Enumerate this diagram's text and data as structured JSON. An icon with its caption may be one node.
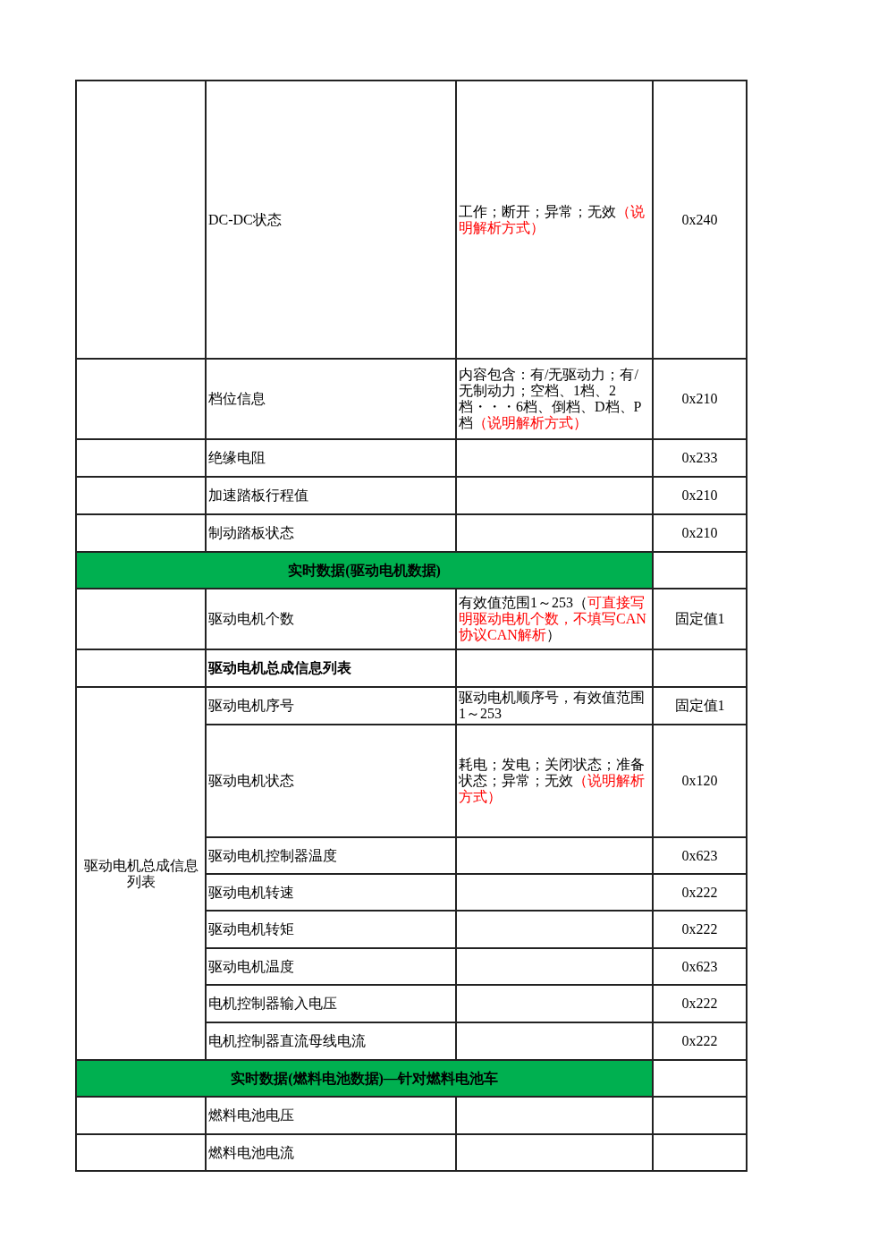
{
  "diagram": {
    "labels": [
      "DC-DC状态",
      "工作；断开；异常；无效",
      "（说明解析方式）",
      "0x240",
      "档位信息",
      "内容包含：有/无驱动力；有/无制动力；空档、1档、2档・・・6档、倒档、D档、P档",
      "（说明解析方式）",
      "0x210",
      "绝缘电阻",
      "0x233",
      "加速踏板行程值",
      "0x210",
      "制动踏板状态",
      "0x210",
      "实时数据(驱动电机数据)",
      "驱动电机个数",
      "有效值范围1～253（",
      "可直接写明驱动电机个数，不填写CAN协议CAN解析",
      "）",
      "固定值1",
      "驱动电机总成信息列表",
      "驱动电机总成信息列表",
      "驱动电机序号",
      "驱动电机顺序号，有效值范围1～253",
      "固定值1",
      "驱动电机状态",
      "耗电；发电；关闭状态；准备状态；异常；无效",
      "（说明解析方式）",
      "0x120",
      "驱动电机控制器温度",
      "0x623",
      "驱动电机转速",
      "0x222",
      "驱动电机转矩",
      "0x222",
      "驱动电机温度",
      "0x623",
      "电机控制器输入电压",
      "0x222",
      "电机控制器直流母线电流",
      "0x222",
      "实时数据(燃料电池数据)—针对燃料电池车",
      "燃料电池电压",
      "燃料电池电流"
    ]
  }
}
